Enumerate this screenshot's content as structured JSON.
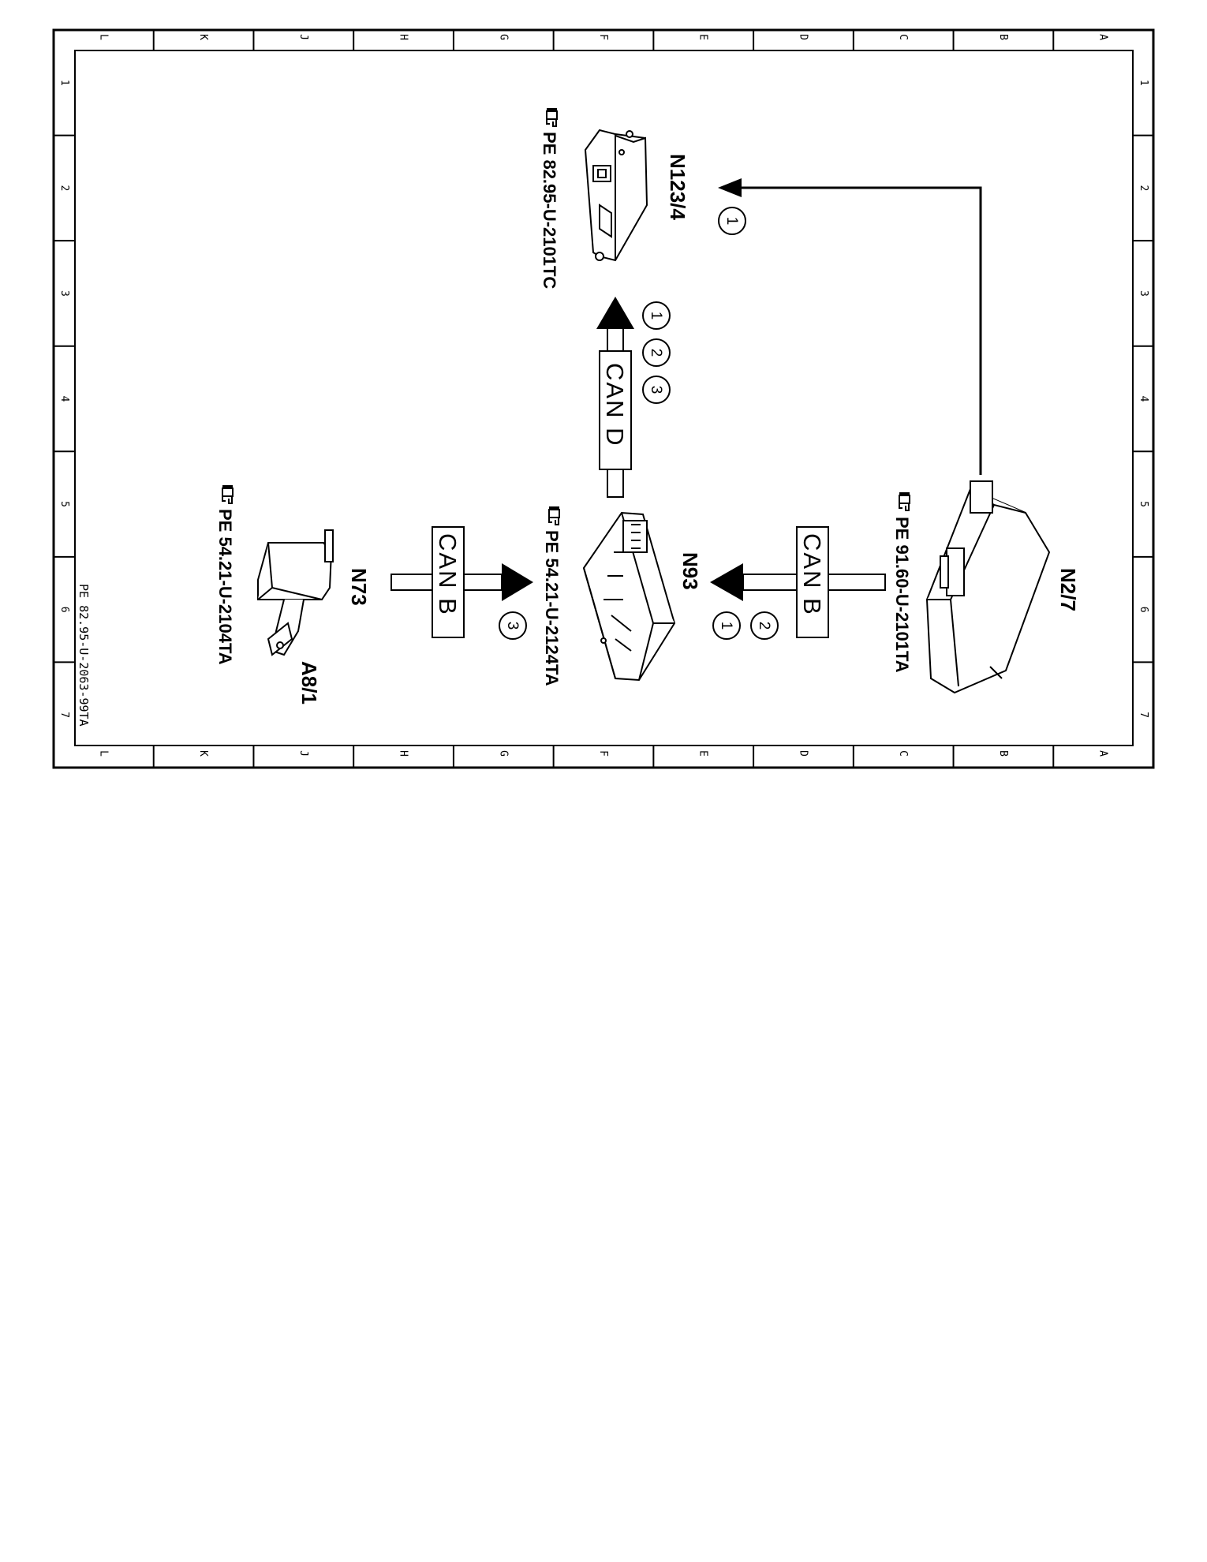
{
  "frame": {
    "column_labels": [
      "L",
      "K",
      "J",
      "H",
      "G",
      "F",
      "E",
      "D",
      "C",
      "B",
      "A"
    ],
    "row_labels": [
      "1",
      "2",
      "3",
      "4",
      "5",
      "6",
      "7"
    ]
  },
  "components": {
    "n123_4": {
      "label": "N123/4",
      "ref": "PE 82.95-U-2101TC"
    },
    "n93": {
      "label": "N93",
      "ref": "PE 54.21-U-2124TA"
    },
    "n2_7": {
      "label": "N2/7",
      "ref": "PE 91.60-U-2101TA"
    },
    "n73": {
      "label": "N73"
    },
    "a8_1": {
      "label": "A8/1",
      "ref": "PE 54.21-U-2104TA"
    }
  },
  "buses": {
    "can_d": {
      "label": "CAN D",
      "markers": [
        "1",
        "2",
        "3"
      ]
    },
    "can_b_right": {
      "label": "CAN B",
      "markers": [
        "2",
        "1"
      ]
    },
    "can_b_left": {
      "label": "CAN B",
      "markers": [
        "3"
      ]
    }
  },
  "direct_link": {
    "markers": [
      "1"
    ]
  },
  "sheet_id": "PE 82.95-U-2063-99TA",
  "icons": [
    "pointing-hand-icon"
  ]
}
